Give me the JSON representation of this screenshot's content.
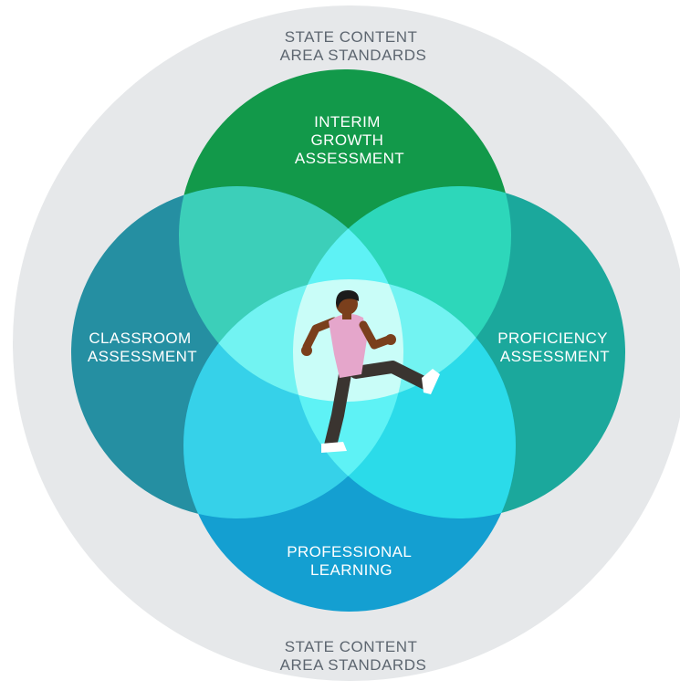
{
  "outer_ring": {
    "top_label": [
      "STATE CONTENT",
      "AREA STANDARDS"
    ],
    "bottom_label": [
      "STATE CONTENT",
      "AREA STANDARDS"
    ]
  },
  "circles": {
    "top": {
      "label": [
        "INTERIM",
        "GROWTH",
        "ASSESSMENT"
      ],
      "color": "#12994a"
    },
    "left": {
      "label": [
        "CLASSROOM",
        "ASSESSMENT"
      ],
      "color": "#258fa2"
    },
    "right": {
      "label": [
        "PROFICIENCY",
        "ASSESSMENT"
      ],
      "color": "#1ba89c"
    },
    "bottom": {
      "label": [
        "PROFESSIONAL",
        "LEARNING"
      ],
      "color": "#149fd1"
    }
  },
  "overlap_colors": {
    "top_left": "#3ccfb9",
    "top_right": "#2dd7ba",
    "bottom_left": "#36d1e9",
    "bottom_right": "#2bdbe9",
    "top_bottom": "#72f3f2",
    "left_right": "#5ef2f5",
    "center": "#c9fdf8"
  },
  "figure": {
    "subject": "student-kicking",
    "skin": "#7a3f1c",
    "hair": "#1b1b1b",
    "shirt": "#e5a6cb",
    "pants": "#3a3430",
    "shoes": "#ffffff"
  }
}
